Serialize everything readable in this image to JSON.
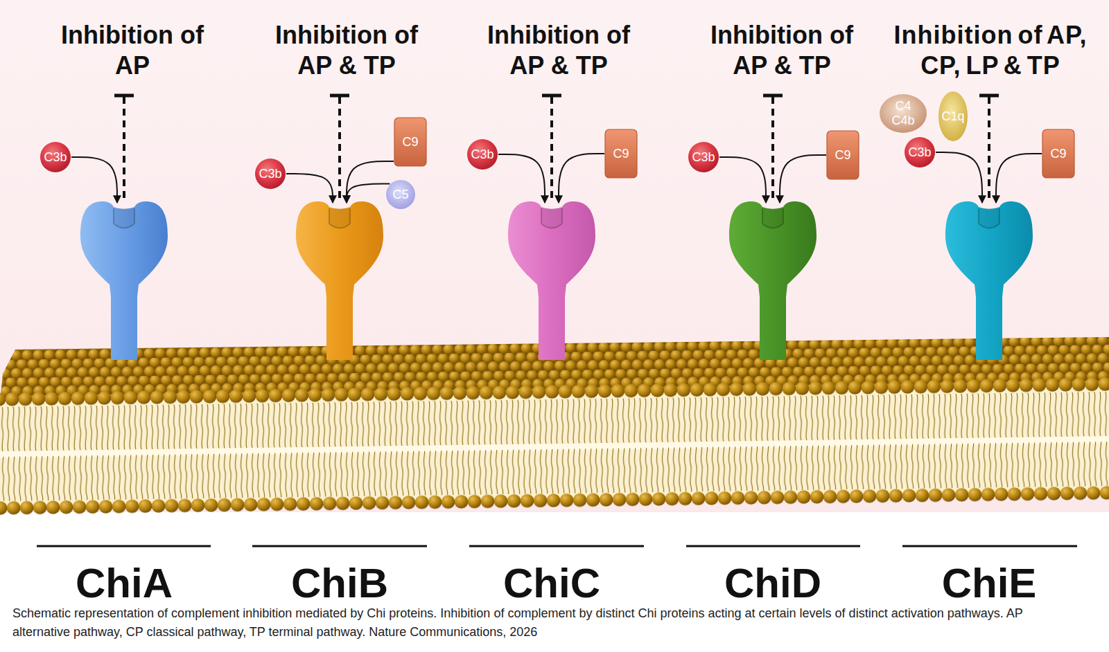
{
  "diagram": {
    "caption": "Schematic representation of complement inhibition mediated by Chi proteins. Inhibition of complement by distinct Chi proteins acting at certain levels of distinct activation pathways. AP alternative pathway, CP classical pathway, TP terminal pathway. Nature Communications, 2026",
    "nodes": [
      {
        "text": [
          "C3b"
        ]
      },
      {
        "text": [
          "ChiA"
        ]
      },
      {
        "text": [
          "C3b"
        ]
      },
      {
        "text": [
          "C9"
        ]
      },
      {
        "text": [
          "C5"
        ]
      },
      {
        "text": [
          "ChiB"
        ]
      },
      {
        "text": [
          "C3b"
        ]
      },
      {
        "text": [
          "C9"
        ]
      },
      {
        "text": [
          "ChiC"
        ]
      },
      {
        "text": [
          "C3b"
        ]
      },
      {
        "text": [
          "C9"
        ]
      },
      {
        "text": [
          "ChiD"
        ]
      },
      {
        "text": [
          "C4 C4b"
        ]
      },
      {
        "text": [
          "C1q"
        ]
      },
      {
        "text": [
          "C3b"
        ]
      },
      {
        "text": [
          "C9"
        ]
      },
      {
        "text": [
          "ChiE"
        ]
      }
    ],
    "edges": [
      {
        "from": 0,
        "to": 1,
        "arrow": "to"
      },
      {
        "from": 2,
        "to": 5,
        "arrow": "to"
      },
      {
        "from": 3,
        "to": 5,
        "arrow": "to"
      },
      {
        "from": 4,
        "to": 5,
        "arrow": "to"
      },
      {
        "from": 6,
        "to": 8,
        "arrow": "to"
      },
      {
        "from": 7,
        "to": 8,
        "arrow": "to"
      },
      {
        "from": 9,
        "to": 11,
        "arrow": "to"
      },
      {
        "from": 10,
        "to": 11,
        "arrow": "to"
      },
      {
        "from": 14,
        "to": 16,
        "arrow": "to"
      },
      {
        "from": 15,
        "to": 16,
        "arrow": "to"
      }
    ],
    "labels": [
      "Inhibition of AP",
      "Inhibition of AP & TP",
      "Inhibition of AP & TP",
      "Inhibition of AP & TP",
      "Inhibition of AP, CP, LP & TP"
    ]
  }
}
